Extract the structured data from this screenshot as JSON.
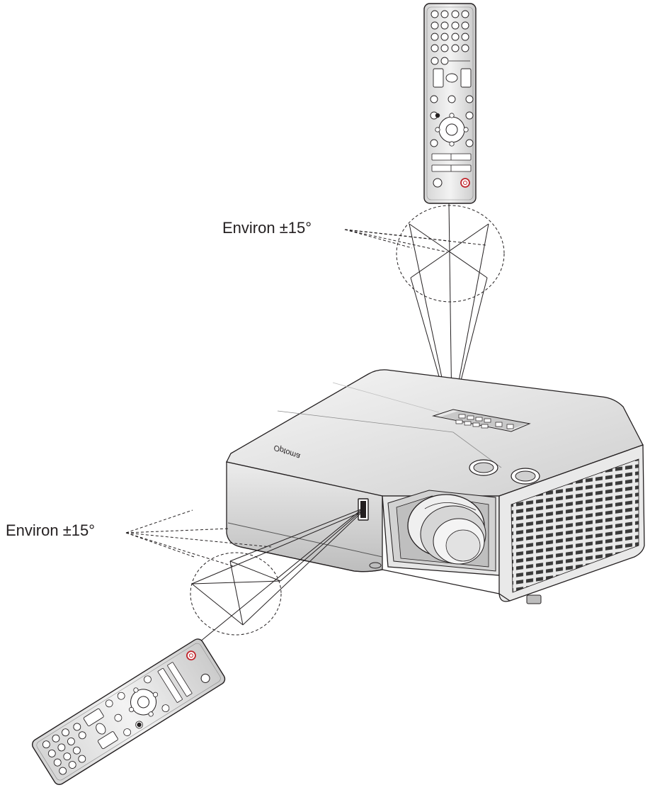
{
  "labels": {
    "top_angle": "Environ ±15°",
    "bottom_angle": "Environ ±15°"
  },
  "brand": {
    "projector_logo": "Optoma"
  },
  "colors": {
    "line": "#231f20",
    "body_light": "#f1f1f1",
    "body_mid": "#d9d9d9",
    "body_dark": "#9a9a9a",
    "power_red": "#c0262d"
  },
  "icons": {
    "top_remote": "remote-control-icon",
    "bottom_remote": "remote-control-icon",
    "projector": "projector-icon",
    "ir_receiver": "ir-sensor-icon"
  }
}
